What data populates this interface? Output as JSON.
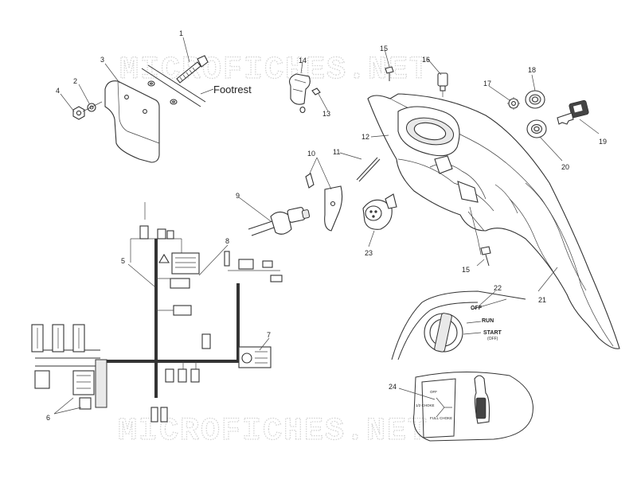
{
  "watermarks": [
    "MICROFICHES.NET",
    "MICROFICHES.NET"
  ],
  "footrest_label": "Footrest",
  "callouts": [
    {
      "id": "c1",
      "text": "1"
    },
    {
      "id": "c2",
      "text": "2"
    },
    {
      "id": "c3",
      "text": "3"
    },
    {
      "id": "c4",
      "text": "4"
    },
    {
      "id": "c5",
      "text": "5"
    },
    {
      "id": "c6",
      "text": "6"
    },
    {
      "id": "c7",
      "text": "7"
    },
    {
      "id": "c8",
      "text": "8"
    },
    {
      "id": "c9",
      "text": "9"
    },
    {
      "id": "c10",
      "text": "10"
    },
    {
      "id": "c11",
      "text": "11"
    },
    {
      "id": "c12",
      "text": "12"
    },
    {
      "id": "c13",
      "text": "13"
    },
    {
      "id": "c14",
      "text": "14"
    },
    {
      "id": "c15a",
      "text": "15"
    },
    {
      "id": "c15b",
      "text": "15"
    },
    {
      "id": "c16",
      "text": "16"
    },
    {
      "id": "c17",
      "text": "17"
    },
    {
      "id": "c18",
      "text": "18"
    },
    {
      "id": "c19",
      "text": "19"
    },
    {
      "id": "c20",
      "text": "20"
    },
    {
      "id": "c21",
      "text": "21"
    },
    {
      "id": "c22",
      "text": "22"
    },
    {
      "id": "c23",
      "text": "23"
    },
    {
      "id": "c24",
      "text": "24"
    }
  ],
  "key_switch_panel": {
    "off": "OFF",
    "run": "RUN",
    "start": "START",
    "start_sub": "(OFF)"
  },
  "choke_panel": {
    "top": "OFF",
    "left": "1/2 CHOKE",
    "bottom": "FULL CHOKE"
  }
}
